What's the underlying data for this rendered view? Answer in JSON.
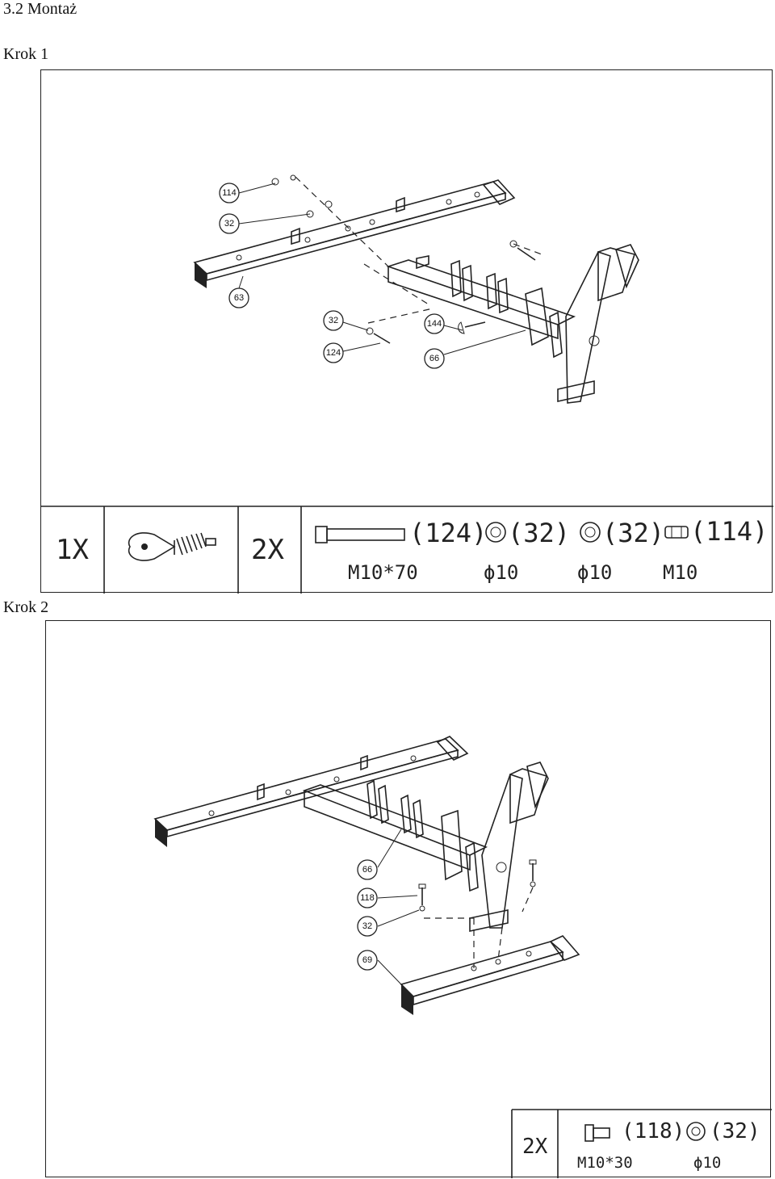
{
  "section_title": "3.2 Montaż",
  "steps": [
    {
      "label": "Krok 1",
      "part_callouts": [
        "114",
        "32",
        "63",
        "32",
        "124",
        "144",
        "66"
      ],
      "parts_table": {
        "qty_single": "1X",
        "qty_double": "2X",
        "parts": [
          {
            "ref": "(124)",
            "spec": "M10*70",
            "icon": "bolt-icon"
          },
          {
            "ref": "(32)",
            "spec": "ϕ10",
            "icon": "washer-icon"
          },
          {
            "ref": "(32)",
            "spec": "ϕ10",
            "icon": "washer-icon"
          },
          {
            "ref": "(114)",
            "spec": "M10",
            "icon": "nut-icon"
          }
        ]
      }
    },
    {
      "label": "Krok 2",
      "part_callouts": [
        "66",
        "118",
        "32",
        "69"
      ],
      "parts_table": {
        "qty": "2X",
        "parts": [
          {
            "ref": "(118)",
            "spec": "M10*30",
            "icon": "bolt-icon"
          },
          {
            "ref": "(32)",
            "spec": "ϕ10",
            "icon": "washer-icon"
          }
        ]
      }
    }
  ]
}
